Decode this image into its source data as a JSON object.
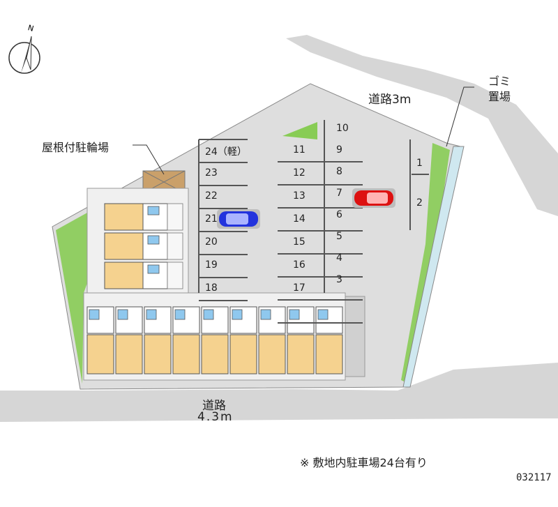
{
  "compass": {
    "north_label": "N",
    "icon": "compass-north-icon"
  },
  "roads": {
    "top_road_label": "道路3m",
    "bottom_road_line1": "道路",
    "bottom_road_line2": "4.3m"
  },
  "labels": {
    "bike_parking": "屋根付駐輪場",
    "garbage_line1": "ゴミ",
    "garbage_line2": "置場"
  },
  "parking_spaces": {
    "left_column": [
      "24（軽）",
      "23",
      "22",
      "21",
      "20",
      "19",
      "18"
    ],
    "middle_column": [
      "11",
      "12",
      "13",
      "14",
      "15",
      "16",
      "17"
    ],
    "right_column": [
      "10",
      "9",
      "8",
      "7",
      "6",
      "5",
      "4",
      "3"
    ],
    "far_right": [
      "1",
      "2"
    ]
  },
  "cars": [
    {
      "space": "21",
      "color": "#2233dd",
      "icon": "blue-car-icon"
    },
    {
      "space": "7",
      "color": "#dd1111",
      "icon": "red-car-icon"
    }
  ],
  "colors": {
    "road": "#d6d6d6",
    "lot": "#dedede",
    "green": "#88cc55",
    "unit_floor": "#f5d28f",
    "unit_water": "#8fc8ee",
    "building_base": "#f0f0f0"
  },
  "footer": {
    "note": "※ 敷地内駐車場24台有り",
    "code": "032117"
  }
}
